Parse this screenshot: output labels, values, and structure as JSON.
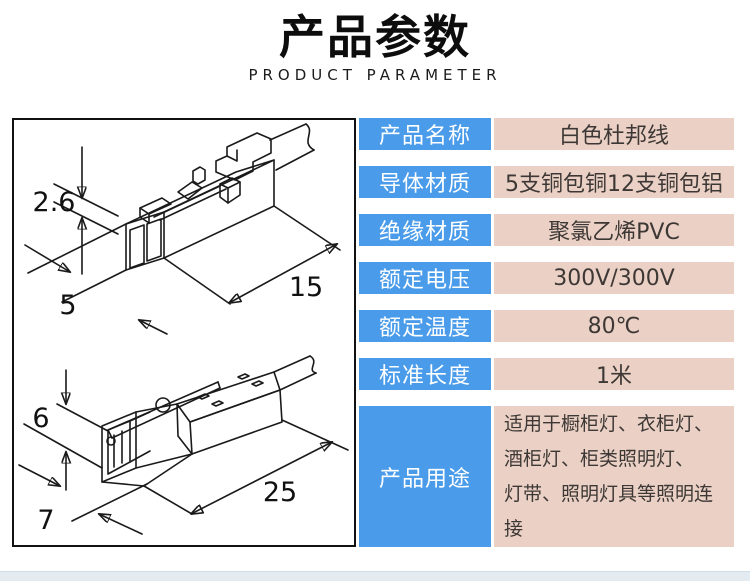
{
  "header": {
    "title": "产品参数",
    "subtitle": "PRODUCT PARAMETER"
  },
  "colors": {
    "accent_blue": "#4a9cea",
    "value_bg": "#ebd1c5",
    "line_ink": "#1a1a1a",
    "bottom_strip": "#e3ebf0"
  },
  "diagram": {
    "top": {
      "height": "2.6",
      "width": "5",
      "length": "15"
    },
    "bottom": {
      "height": "6",
      "width": "7",
      "length": "25"
    }
  },
  "table": {
    "rows": [
      {
        "label": "产品名称",
        "value": "白色杜邦线"
      },
      {
        "label": "导体材质",
        "value": "5支铜包铜12支铜包铝"
      },
      {
        "label": "绝缘材质",
        "value": "聚氯乙烯PVC"
      },
      {
        "label": "额定电压",
        "value": "300V/300V"
      },
      {
        "label": "额定温度",
        "value": "80℃"
      },
      {
        "label": "标准长度",
        "value": "1米"
      },
      {
        "label": "产品用途",
        "value": "适用于橱柜灯、衣柜灯、\n酒柜灯、柜类照明灯、\n灯带、照明灯具等照明连接"
      }
    ]
  }
}
